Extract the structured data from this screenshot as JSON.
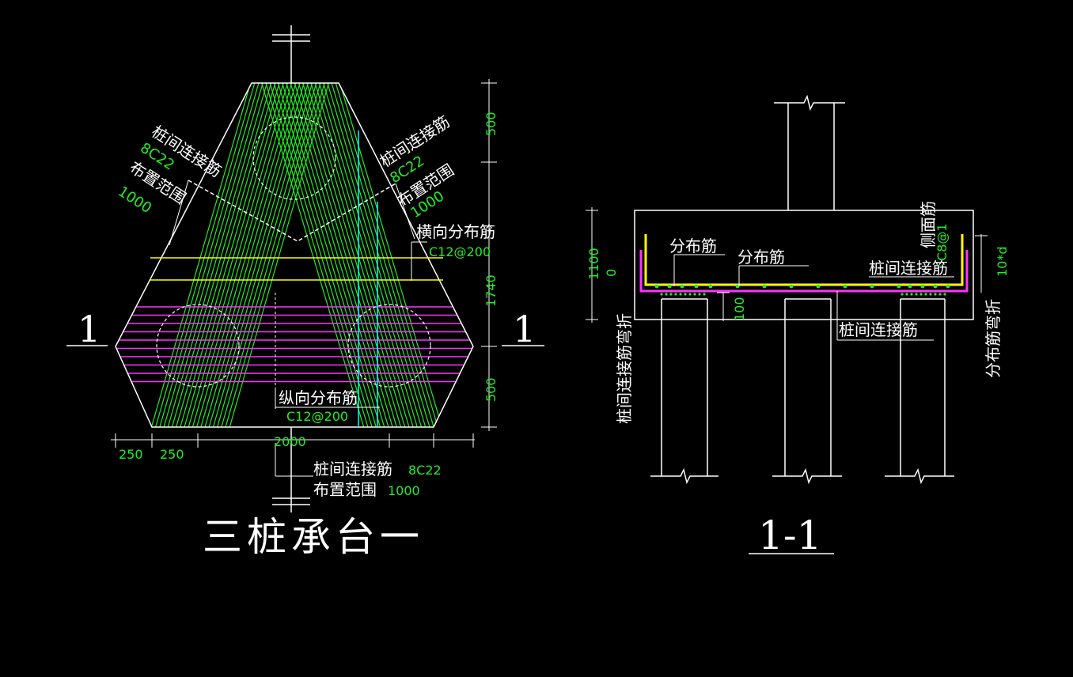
{
  "plan": {
    "title": "三桩承台一",
    "section_mark_left": "1",
    "section_mark_right": "1",
    "dim_top": "500",
    "dim_mid": "1740",
    "dim_bottom": "500",
    "dim_width": "2000",
    "dim_left_a": "250",
    "dim_left_b": "250",
    "label_tl_1": "桩间连接筋",
    "label_tl_2": "8C22",
    "label_tl_3": "布置范围",
    "label_tl_4": "1000",
    "label_tr_1": "桩间连接筋",
    "label_tr_2": "8C22",
    "label_tr_3": "布置范围",
    "label_tr_4": "1000",
    "label_transverse": "横向分布筋",
    "label_transverse_spec": "C12@200",
    "label_longitudinal": "纵向分布筋",
    "label_longitudinal_spec": "C12@200",
    "label_bottom_1": "桩间连接筋",
    "label_bottom_1_spec": "8C22",
    "label_bottom_2": "布置范围",
    "label_bottom_2_spec": "1000"
  },
  "section": {
    "title": "1-1",
    "dim_height": "1100",
    "dim_zero": "0",
    "dim_100": "100",
    "dim_10d": "10*d",
    "label_dist_1": "分布筋",
    "label_dist_2": "分布筋",
    "label_side": "侧面筋",
    "label_side_spec": "C8@1",
    "label_link_top": "桩间连接筋",
    "label_link_bottom": "桩间连接筋",
    "label_vert_left": "桩间连接筋弯折",
    "label_vert_right": "分布筋弯折"
  },
  "colors": {
    "background": "#000000",
    "line": "#ffffff",
    "rebar_green": "#22ee22",
    "rebar_magenta": "#ff33ff",
    "rebar_yellow": "#ffff00",
    "rebar_cyan": "#00ffff"
  }
}
